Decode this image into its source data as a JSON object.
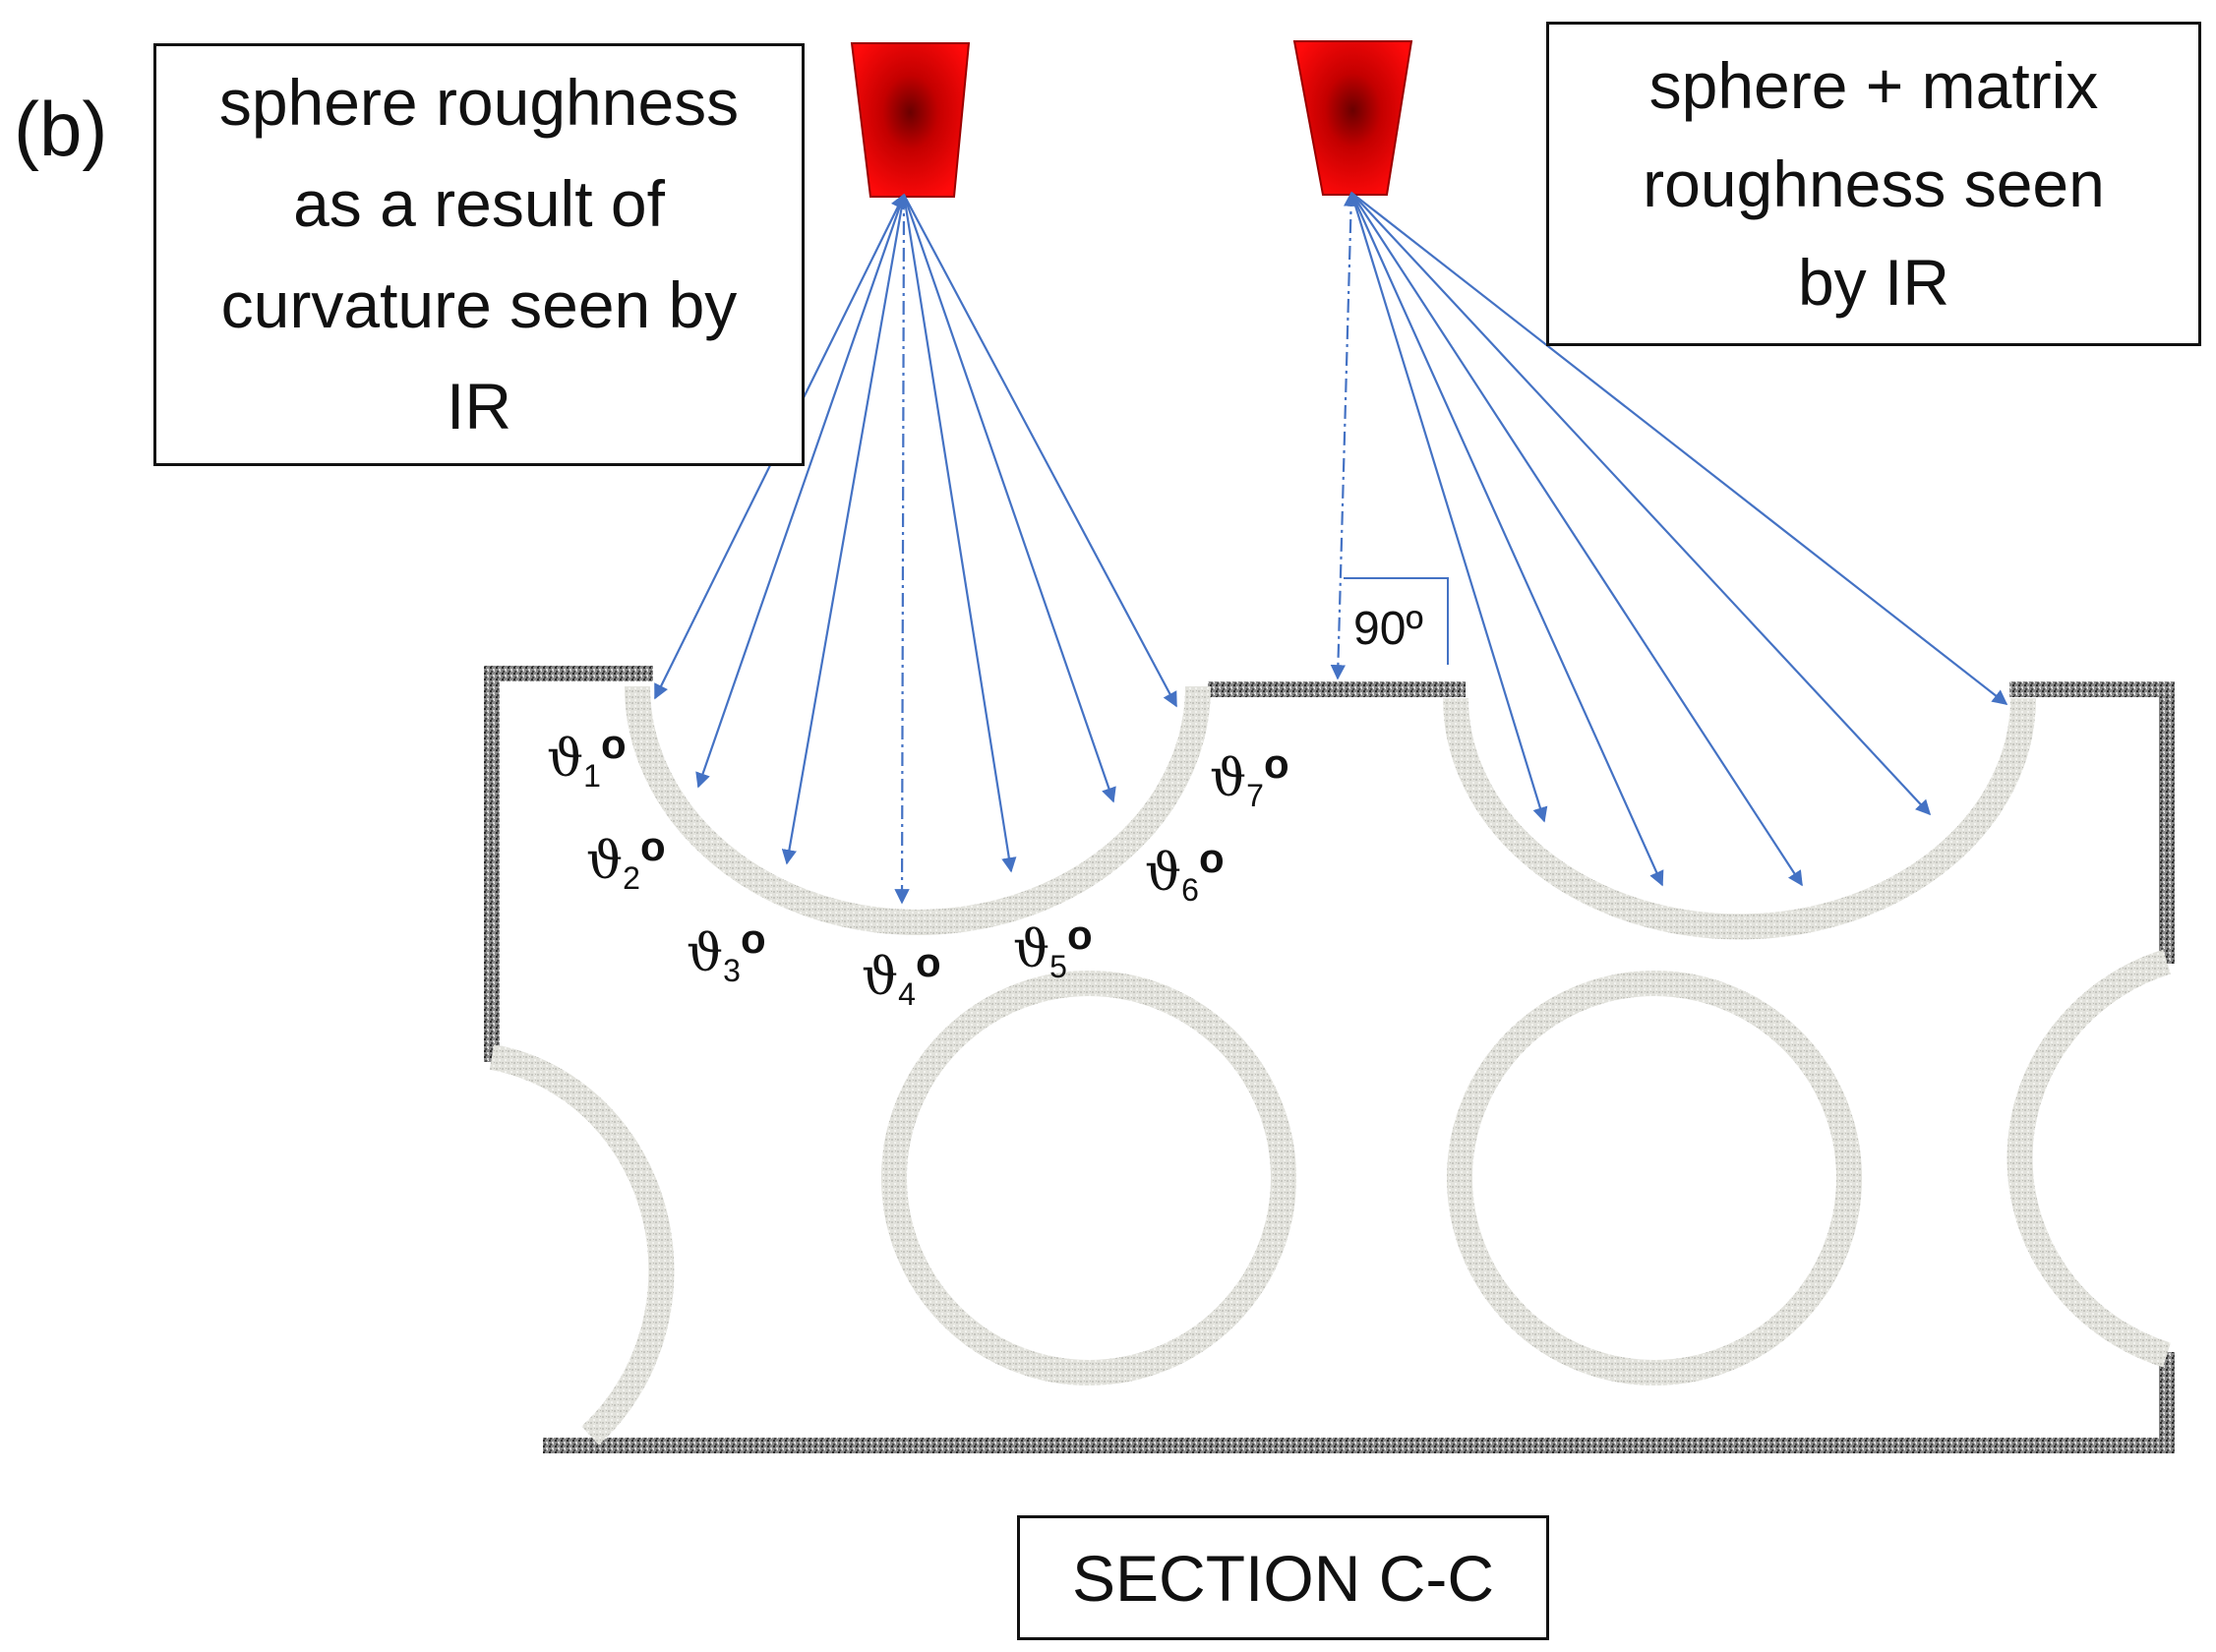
{
  "panel_label": "(b)",
  "left_box": {
    "lines": [
      "sphere roughness",
      "as a result of",
      "curvature seen by",
      "IR"
    ]
  },
  "right_box": {
    "lines": [
      "sphere + matrix",
      "roughness seen",
      "by IR"
    ]
  },
  "section_label": "SECTION C-C",
  "angle_labels": [
    {
      "symbol": "ϑ",
      "sub": "1",
      "deg": "o"
    },
    {
      "symbol": "ϑ",
      "sub": "2",
      "deg": "o"
    },
    {
      "symbol": "ϑ",
      "sub": "3",
      "deg": "o"
    },
    {
      "symbol": "ϑ",
      "sub": "4",
      "deg": "o"
    },
    {
      "symbol": "ϑ",
      "sub": "5",
      "deg": "o"
    },
    {
      "symbol": "ϑ",
      "sub": "6",
      "deg": "o"
    },
    {
      "symbol": "ϑ",
      "sub": "7",
      "deg": "o"
    }
  ],
  "right_angle_label": "90º",
  "colors": {
    "sensor_red": "#e00000",
    "ray_blue": "#4472c4",
    "matrix_gray": "#5a5a5a",
    "sphere_gray": "#d9d9d4"
  },
  "icons": [
    "ir-sensor-left-icon",
    "ir-sensor-right-icon"
  ]
}
